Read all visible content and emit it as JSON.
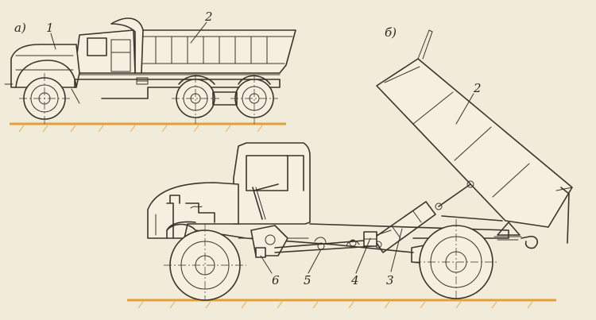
{
  "view_a": {
    "view_label": "а)",
    "callouts": {
      "c1": "1",
      "c2": "2"
    }
  },
  "view_b": {
    "view_label": "б)",
    "callouts": {
      "c2": "2",
      "c3": "3",
      "c4": "4",
      "c5": "5",
      "c6": "6"
    }
  },
  "colors": {
    "ink": "#3a342c",
    "paper": "#f1ecd9",
    "ground": "#e2a03c"
  }
}
